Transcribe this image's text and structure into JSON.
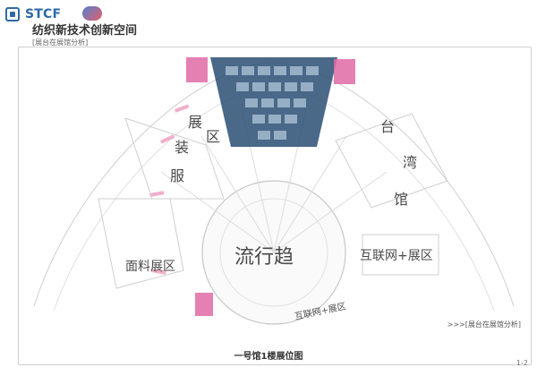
{
  "header": {
    "brand": "STCF",
    "title": "纺织新技术创新空间",
    "subtitle": "[展台在展馆分析]"
  },
  "map": {
    "labels": {
      "top_left": "区",
      "clothing_zone": [
        "服",
        "装",
        "展"
      ],
      "fabric_zone": "面料展区",
      "taiwan_hall": [
        "台",
        "湾",
        "馆"
      ],
      "trend": "流行趋",
      "internet_zone": "互联网+展区",
      "internet_zone_small": "互联网+展区"
    }
  },
  "footer": {
    "breadcrumb": ">>>[展台在展馆分析]",
    "map_title": "一号馆1楼展位图",
    "page": "1-2"
  }
}
